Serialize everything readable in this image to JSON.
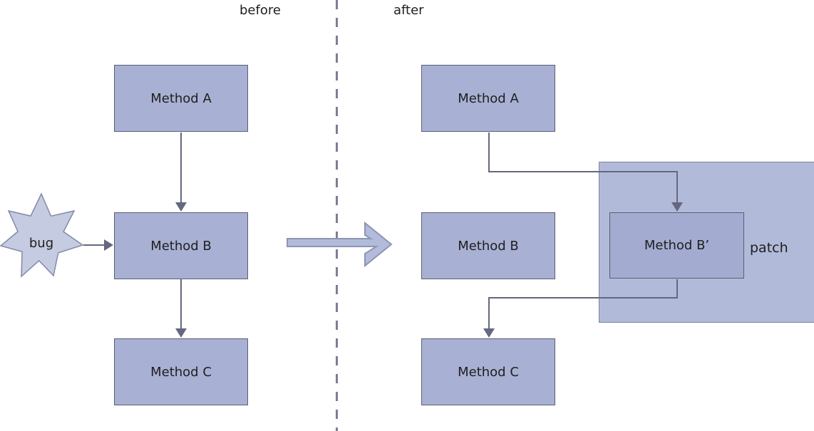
{
  "titles": {
    "before": "before",
    "after": "after"
  },
  "before_panel": {
    "boxes": [
      {
        "label": "Method A"
      },
      {
        "label": "Method B"
      },
      {
        "label": "Method C"
      }
    ],
    "bug_label": "bug"
  },
  "after_panel": {
    "boxes": [
      {
        "label": "Method A"
      },
      {
        "label": "Method B"
      },
      {
        "label": "Method C"
      }
    ],
    "patched_box_label": "Method B’",
    "patch_label": "patch"
  },
  "colors": {
    "box_fill": "#a8b1d3",
    "box_border": "#5b5f75",
    "patched_box_fill": "#a3acd0",
    "patch_fill": "#b2bad9",
    "patch_border": "#7e83a0",
    "star_fill": "#c5cbe0",
    "star_border": "#8089a8",
    "connector": "#646880",
    "divider": "#7b7e94",
    "big_arrow_fill": "#b3bbda",
    "big_arrow_border": "#8d95b5",
    "text": "#1f1f1f"
  }
}
